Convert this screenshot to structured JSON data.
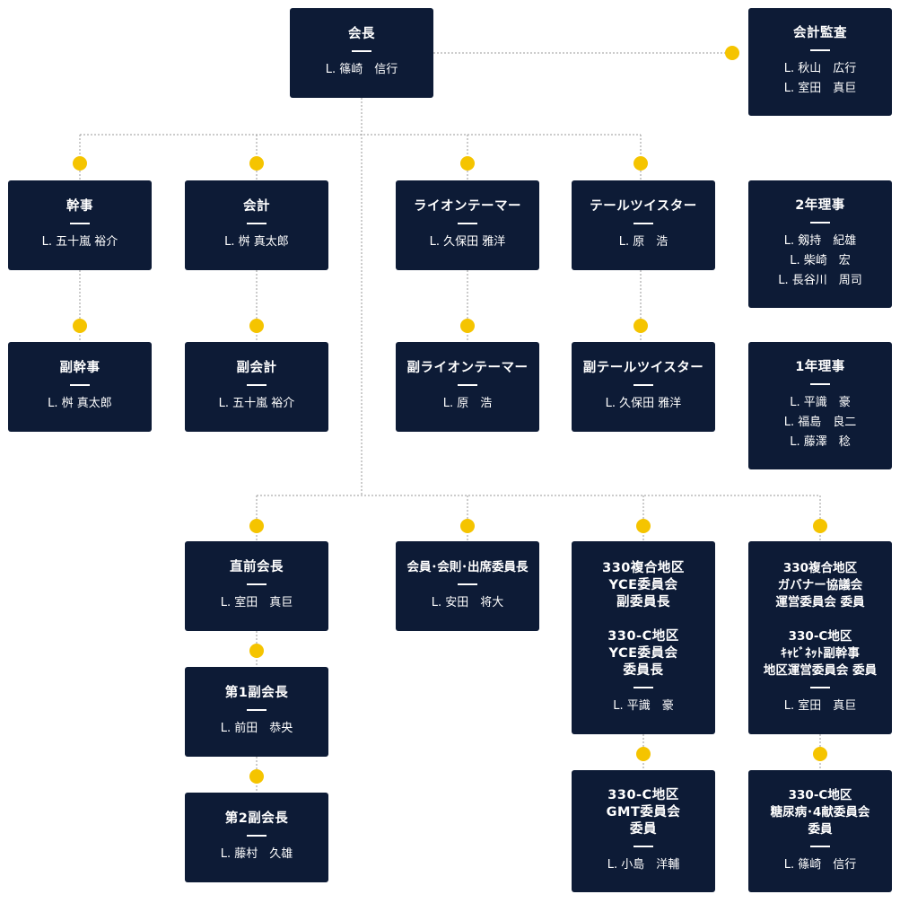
{
  "colors": {
    "box": "#0d1b36",
    "text": "#ffffff",
    "connector": "#f5c400",
    "line": "#999999"
  },
  "org": {
    "president": {
      "title": "会長",
      "name": "L. 篠崎　信行"
    },
    "auditor": {
      "title": "会計監査",
      "names": "L. 秋山　広行\nL. 室田　真巨"
    },
    "secretary": {
      "title": "幹事",
      "name": "L. 五十嵐 裕介"
    },
    "treasurer": {
      "title": "会計",
      "name": "L. 桝 真太郎"
    },
    "lion_tamer": {
      "title": "ライオンテーマー",
      "name": "L. 久保田 雅洋"
    },
    "tail_twister": {
      "title": "テールツイスター",
      "name": "L. 原　浩"
    },
    "director_2nd": {
      "title": "2年理事",
      "names": "L. 剱持　紀雄\nL. 柴崎　宏\nL. 長谷川　周司"
    },
    "vice_secretary": {
      "title": "副幹事",
      "name": "L. 桝 真太郎"
    },
    "vice_treasurer": {
      "title": "副会計",
      "name": "L. 五十嵐 裕介"
    },
    "vice_lion_tamer": {
      "title": "副ライオンテーマー",
      "name": "L. 原　浩"
    },
    "vice_tail_twister": {
      "title": "副テールツイスター",
      "name": "L. 久保田 雅洋"
    },
    "director_1st": {
      "title": "1年理事",
      "names": "L. 平識　豪\nL. 福島　良二\nL. 藤澤　稔"
    },
    "past_president": {
      "title": "直前会長",
      "name": "L. 室田　真巨"
    },
    "first_vp": {
      "title": "第1副会長",
      "name": "L. 前田　恭央"
    },
    "second_vp": {
      "title": "第2副会長",
      "name": "L. 藤村　久雄"
    },
    "membership_chair": {
      "title": "会員･会則･出席委員長",
      "name": "L. 安田　将大"
    },
    "yce_chair": {
      "title": "330複合地区\nYCE委員会\n副委員長\n\n330-C地区\nYCE委員会\n委員長",
      "name": "L. 平識　豪"
    },
    "governor_council": {
      "title": "330複合地区\nガバナー協議会\n運営委員会 委員\n\n330-C地区\nｷｬﾋﾞﾈｯﾄ副幹事\n地区運営委員会 委員",
      "name": "L. 室田　真巨"
    },
    "gmt_member": {
      "title": "330-C地区\nGMT委員会\n委員",
      "name": "L. 小島　洋輔"
    },
    "diabetes_member": {
      "title": "330-C地区\n糖尿病･4献委員会\n委員",
      "name": "L. 篠崎　信行"
    }
  }
}
